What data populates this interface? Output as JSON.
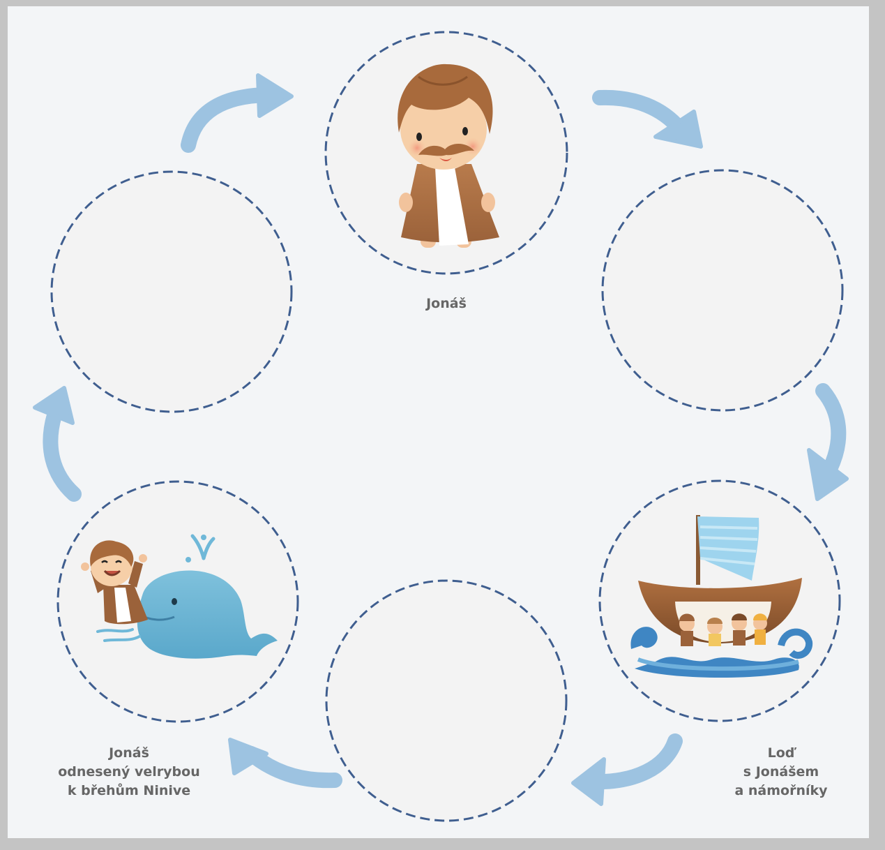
{
  "diagram": {
    "captions": {
      "top": [
        "Jonáš"
      ],
      "bottom_left": [
        "Jonáš",
        "odnesený velrybou",
        "k břehům Ninive"
      ],
      "bottom_right": [
        "Loď",
        "s Jonášem",
        "a námořníky"
      ]
    },
    "colors": {
      "background": "#f3f5f7",
      "frame": "#c4c4c4",
      "circle_fill": "#f3f3f3",
      "circle_dash": "#3f5e8f",
      "arrow": "#9dc3e1",
      "caption": "#666666"
    },
    "illustrations": {
      "top": "jonah-figure",
      "bottom_right": "boat-with-jonah-and-sailors",
      "bottom_left": "jonah-leaving-whale"
    }
  }
}
